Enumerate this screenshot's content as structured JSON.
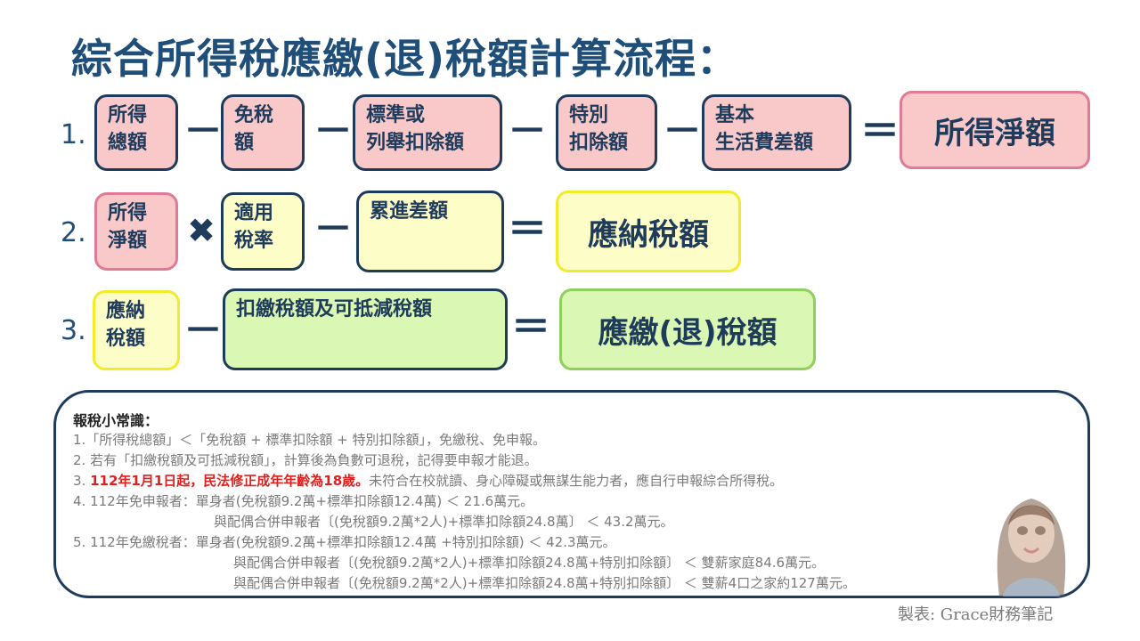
{
  "title": "綜合所得稅應繳(退)稅額計算流程：",
  "rows": [
    {
      "num": "1.",
      "items": [
        {
          "label": "所得\n總額"
        },
        {
          "op": "－"
        },
        {
          "label": "免稅\n額"
        },
        {
          "op": "－"
        },
        {
          "label": "標準或\n列舉扣除額"
        },
        {
          "op": "－"
        },
        {
          "label": "特別\n扣除額"
        },
        {
          "op": "－"
        },
        {
          "label": "基本\n生活費差額"
        },
        {
          "op": "＝"
        },
        {
          "result": "所得淨額"
        }
      ]
    },
    {
      "num": "2.",
      "items": [
        {
          "label": "所得\n淨額"
        },
        {
          "op": "✖"
        },
        {
          "label": "適用\n稅率"
        },
        {
          "op": "－"
        },
        {
          "label": "累進差額"
        },
        {
          "op": "＝"
        },
        {
          "result": "應納稅額"
        }
      ]
    },
    {
      "num": "3.",
      "items": [
        {
          "label": "應納\n稅額"
        },
        {
          "op": "－"
        },
        {
          "label": "扣繳稅額及可抵減稅額"
        },
        {
          "op": "＝"
        },
        {
          "result": "應繳(退)稅額"
        }
      ]
    }
  ],
  "notes": {
    "heading": "報稅小常識：",
    "line1": "1.「所得稅總額」＜「免稅額 + 標準扣除額 + 特別扣除額」，免繳稅、免申報。",
    "line2": "2. 若有「扣繳稅額及可抵減稅額」，計算後為負數可退稅，記得要申報才能退。",
    "line3_prefix": "3. ",
    "line3_red": "112年1月1日起，民法修正成年年齡為18歲。",
    "line3_rest": "未符合在校就讀、身心障礙或無謀生能力者，應自行申報綜合所得稅。",
    "line4_prefix": "4. 112年免申報者：單身者(免稅額9.2萬+標準扣除額12.4萬) ＜ 21.6萬元。",
    "line4b": "與配偶合併申報者〔(免稅額9.2萬*2人)+標準扣除額24.8萬〕 ＜ 43.2萬元。",
    "line5_prefix": "5. 112年免繳稅者：單身者(免稅額9.2萬+標準扣除額12.4萬 +特別扣除額) ＜ 42.3萬元。",
    "line5b": "與配偶合併申報者〔(免稅額9.2萬*2人)+標準扣除額24.8萬+特別扣除額〕 ＜ 雙薪家庭84.6萬元。",
    "line5c": "與配偶合併申報者〔(免稅額9.2萬*2人)+標準扣除額24.8萬+特別扣除額〕 ＜ 雙薪4口之家約127萬元。"
  },
  "credit": "製表: Grace財務筆記",
  "colors": {
    "pink": "#f9c9c9",
    "yellow": "#fdfdc8",
    "green": "#daf7b3",
    "navy": "#1f3b5c",
    "red": "#e0201e"
  }
}
